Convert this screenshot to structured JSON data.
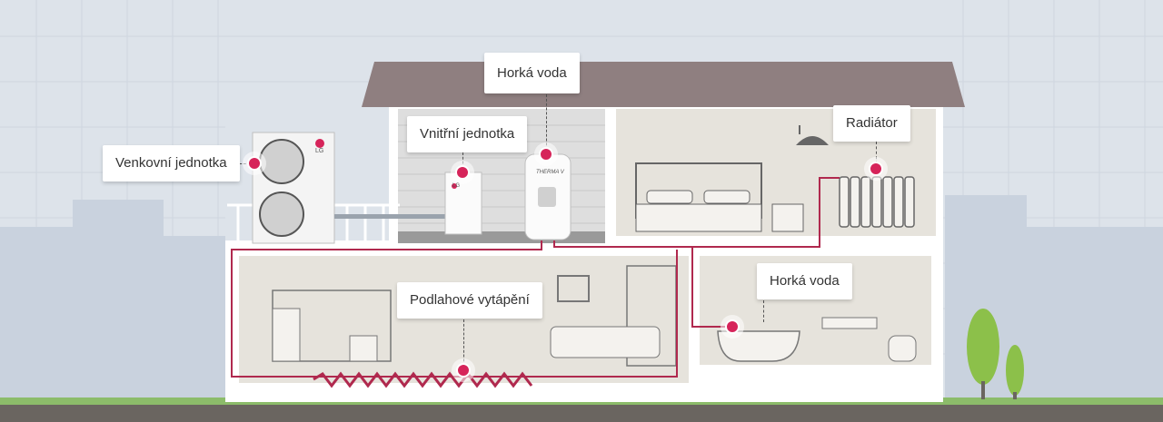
{
  "callouts": {
    "outdoor_unit": "Venkovní jednotka",
    "indoor_unit": "Vnitřní jednotka",
    "hot_water_top": "Horká voda",
    "radiator": "Radiátor",
    "floor_heating": "Podlahové vytápění",
    "hot_water_bath": "Horká voda"
  },
  "devices": {
    "brand_logo": "LG",
    "tank_brand": "THERMA V"
  },
  "colors": {
    "accent": "#d6245a",
    "pipe": "#b0294e",
    "sky": "#dde3ea",
    "roof": "#8f7f80",
    "wall": "#ffffff",
    "room": "#e6e3dc",
    "ground": "#6a6560",
    "grass": "#8cbc6a",
    "tree": "#8cc04a"
  }
}
